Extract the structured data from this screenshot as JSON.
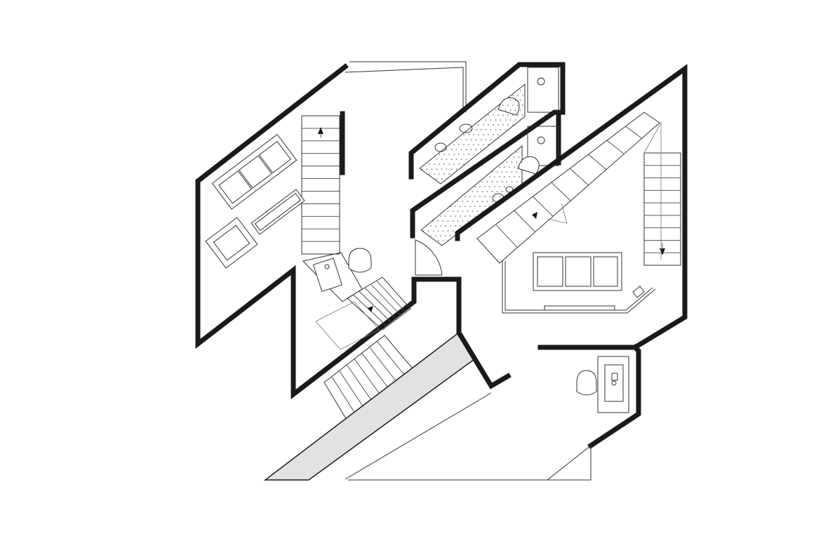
{
  "drawing": {
    "kind": "floor-plan",
    "colors": {
      "wall": "#1a1a1a",
      "line": "#333333",
      "ramp": "#e2e2e2",
      "background": "#ffffff"
    }
  },
  "stairs": [
    {
      "id": "stair-left",
      "treads": 11,
      "direction": "up"
    },
    {
      "id": "stair-center",
      "treads": 6,
      "direction": "up"
    },
    {
      "id": "stair-lower",
      "treads": 8,
      "direction": "up"
    },
    {
      "id": "stair-diagonal",
      "treads": 9,
      "direction": "up"
    },
    {
      "id": "stair-right",
      "treads": 9,
      "direction": "down"
    }
  ],
  "fixtures": [
    {
      "id": "toilet",
      "count": 4
    },
    {
      "id": "sink",
      "count": 5
    },
    {
      "id": "shower",
      "count": 2
    },
    {
      "id": "sofa",
      "count": 2
    },
    {
      "id": "armchair",
      "count": 1
    }
  ]
}
